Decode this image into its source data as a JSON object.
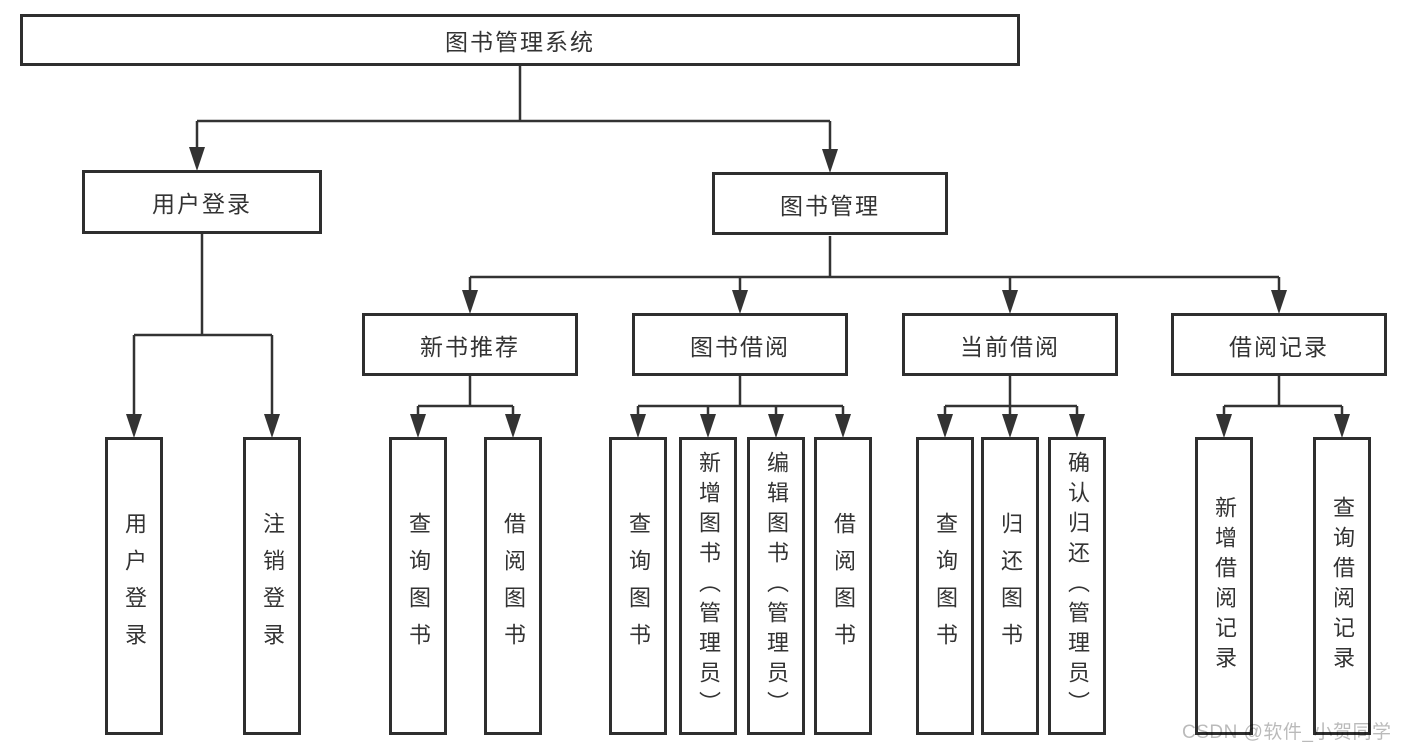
{
  "tree": {
    "root": {
      "label": "图书管理系统"
    },
    "level2": [
      {
        "label": "用户登录"
      },
      {
        "label": "图书管理"
      }
    ],
    "level3": [
      {
        "label": "新书推荐",
        "parent": "图书管理"
      },
      {
        "label": "图书借阅",
        "parent": "图书管理"
      },
      {
        "label": "当前借阅",
        "parent": "图书管理"
      },
      {
        "label": "借阅记录",
        "parent": "图书管理"
      }
    ],
    "leaves": [
      {
        "label": "用户登录",
        "parent": "用户登录"
      },
      {
        "label": "注销登录",
        "parent": "用户登录"
      },
      {
        "label": "查询图书",
        "parent": "新书推荐"
      },
      {
        "label": "借阅图书",
        "parent": "新书推荐"
      },
      {
        "label": "查询图书",
        "parent": "图书借阅"
      },
      {
        "label": "新增图书（管理员）",
        "parent": "图书借阅"
      },
      {
        "label": "编辑图书（管理员）",
        "parent": "图书借阅"
      },
      {
        "label": "借阅图书",
        "parent": "图书借阅"
      },
      {
        "label": "查询图书",
        "parent": "当前借阅"
      },
      {
        "label": "归还图书",
        "parent": "当前借阅"
      },
      {
        "label": "确认归还（管理员）",
        "parent": "当前借阅"
      },
      {
        "label": "新增借阅记录",
        "parent": "借阅记录"
      },
      {
        "label": "查询借阅记录",
        "parent": "借阅记录"
      }
    ]
  },
  "watermark": {
    "text": "CSDN @软件_小贺同学"
  },
  "colors": {
    "background": "#ffffff",
    "box_border": "#2e2e2e",
    "line": "#333333",
    "text": "#333333",
    "watermark_gray": "#bababa"
  }
}
